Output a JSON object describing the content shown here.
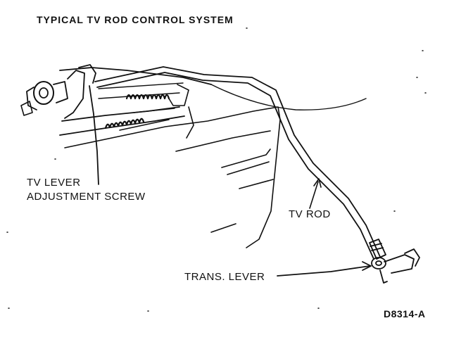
{
  "title": "TYPICAL TV ROD CONTROL SYSTEM",
  "labels": {
    "tv_lever_line1": "TV LEVER",
    "tv_lever_line2": "ADJUSTMENT SCREW",
    "tv_rod": "TV ROD",
    "trans_lever": "TRANS. LEVER"
  },
  "figure_code": "D8314-A",
  "colors": {
    "ink": "#111111",
    "background": "#ffffff"
  }
}
